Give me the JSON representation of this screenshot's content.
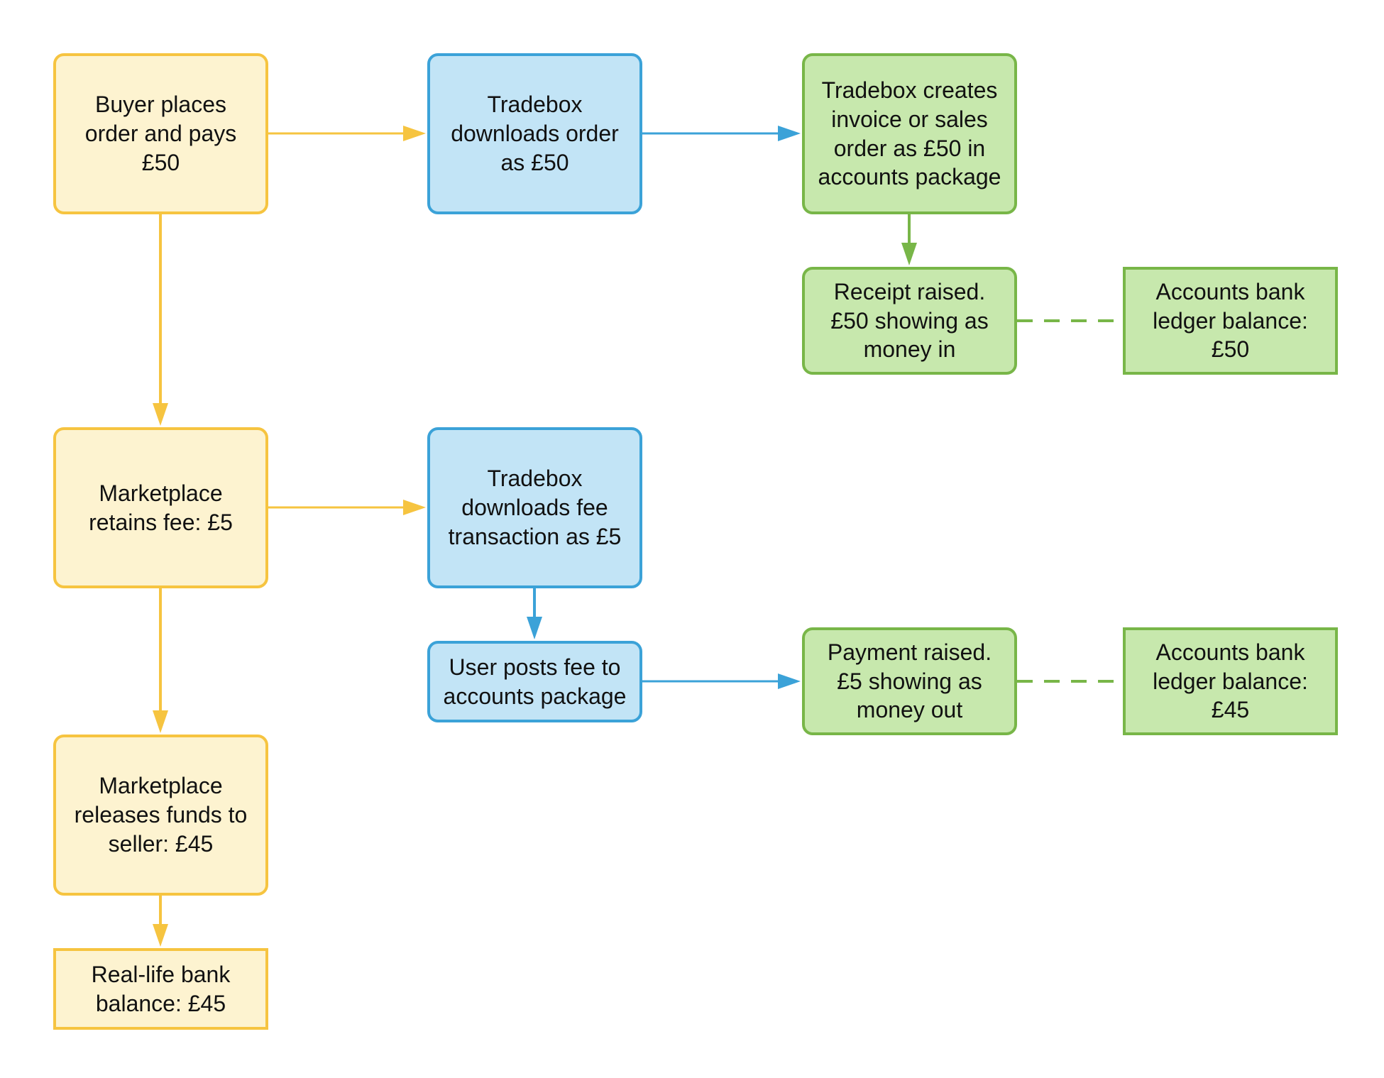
{
  "nodes": {
    "buyer": "Buyer places\norder and pays\n£50",
    "download_order": "Tradebox\ndownloads order\nas £50",
    "invoice": "Tradebox creates\ninvoice or sales\norder as £50 in\naccounts package",
    "receipt": "Receipt raised.\n£50 showing as\nmoney in",
    "ledger_50": "Accounts bank\nledger balance:\n£50",
    "marketplace_fee": "Marketplace\nretains fee: £5",
    "download_fee": "Tradebox\ndownloads fee\ntransaction as £5",
    "post_fee": "User posts fee to\naccounts package",
    "payment": "Payment raised.\n£5 showing as\nmoney out",
    "ledger_45": "Accounts bank\nledger balance:\n£45",
    "release_funds": "Marketplace\nreleases funds to\nseller: £45",
    "bank_balance": "Real-life bank\nbalance: £45"
  },
  "colors": {
    "yellow_fill": "#fdf3d0",
    "yellow_stroke": "#f6c440",
    "blue_fill": "#c2e4f6",
    "blue_stroke": "#3ba2d8",
    "green_fill": "#c7e8ad",
    "green_stroke": "#78b648"
  }
}
